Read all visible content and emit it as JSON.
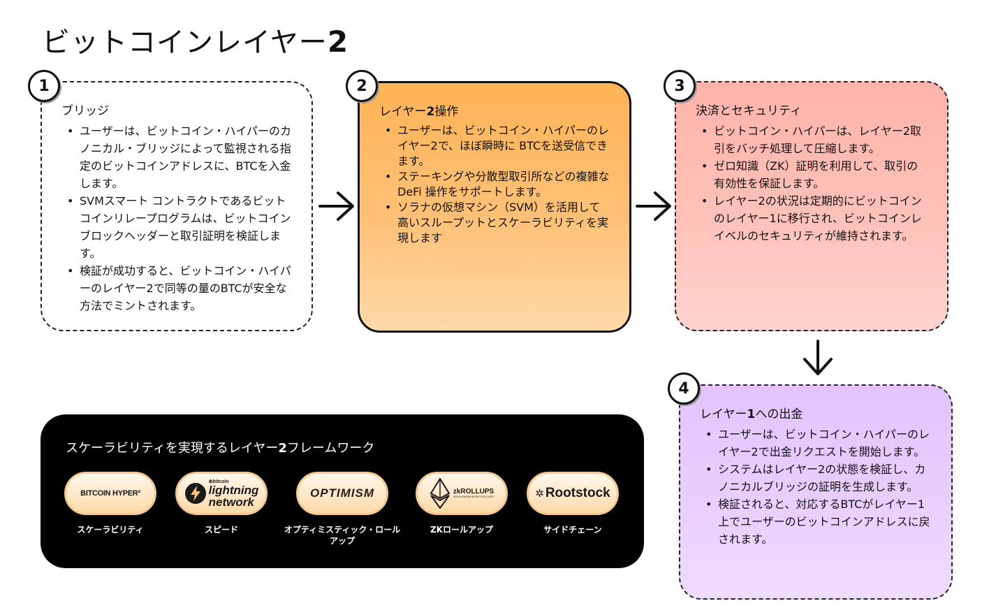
{
  "title": {
    "text": "ビットコインレイヤー",
    "num": "2"
  },
  "steps": [
    {
      "num": "1",
      "heading": "ブリッジ",
      "bullets": [
        "ユーザーは、ビットコイン・ハイパーのカノニカル・ブリッジによって監視される指定のビットコインアドレスに、BTCを入金します。",
        "SVMスマート コントラクトであるビットコインリレープログラムは、ビットコインブロックヘッダーと取引証明を検証します。",
        "検証が成功すると、ビットコイン・ハイパーのレイヤー2で同等の量のBTCが安全な方法でミントされます。"
      ]
    },
    {
      "num": "2",
      "heading_pre": "レイヤー",
      "heading_num": "2",
      "heading_post": "操作",
      "bullets": [
        "ユーザーは、ビットコイン・ハイパーのレイヤー2で、ほぼ瞬時に BTCを送受信できます。",
        "ステーキングや分散型取引所などの複雑なDeFi 操作をサポートします。",
        "ソラナの仮想マシン（SVM）を活用して高いスループットとスケーラビリティを実現します"
      ]
    },
    {
      "num": "3",
      "heading": "決済とセキュリティ",
      "bullets": [
        "ビットコイン・ハイパーは、レイヤー2取引をバッチ処理して圧縮します。",
        "ゼロ知識（ZK）証明を利用して、取引の有効性を保証します。",
        "レイヤー2の状況は定期的にビットコインのレイヤー1に移行され、ビットコインレイベルのセキュリティが維持されます。"
      ]
    },
    {
      "num": "4",
      "heading_pre": "レイヤー",
      "heading_num": "1",
      "heading_post": "への出金",
      "bullets": [
        "ユーザーは、ビットコイン・ハイパーのレイヤー2で出金リクエストを開始します。",
        "システムはレイヤー2の状態を検証し、カノニカルブリッジの証明を生成します。",
        "検証されると、対応するBTCがレイヤー1上でユーザーのビットコインアドレスに戻されます。"
      ]
    }
  ],
  "framework": {
    "title_pre": "スケーラビリティを実現するレイヤー",
    "title_num": "2",
    "title_post": "フレームワーク",
    "items": [
      {
        "logo": "BITCOIN HYPER²",
        "label": "スケーラビリティ",
        "icon": "bitcoin-hyper-logo"
      },
      {
        "logo_top": "⊕bitcoin",
        "logo_l1": "lightning",
        "logo_l2": "network",
        "label": "スピード",
        "icon": "lightning-network-logo"
      },
      {
        "logo": "OPTIMISM",
        "label": "オプティミスティック・ロールアップ",
        "icon": "optimism-logo"
      },
      {
        "logo": "zkROLLUPS",
        "logo_sub": "ZERO KNOWLEDGE ROLLUPS",
        "label": "ZKロールアップ",
        "icon": "zkrollups-logo"
      },
      {
        "logo": "Rootstock",
        "label": "サイドチェーン",
        "icon": "rootstock-logo"
      }
    ]
  },
  "colors": {
    "step2": "#ffb356",
    "step3": "#ffb3aa",
    "step4": "#e3c4ff",
    "panel": "#000000"
  }
}
